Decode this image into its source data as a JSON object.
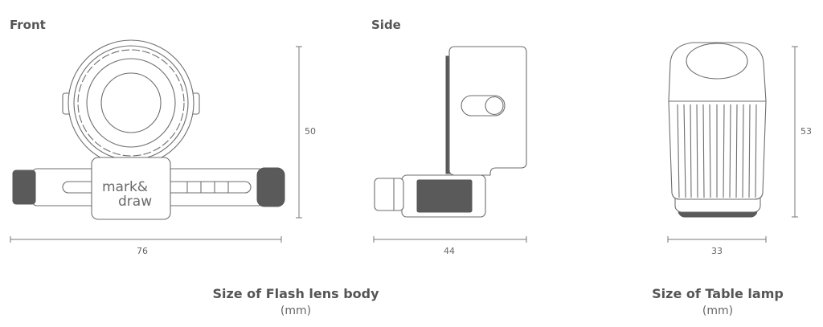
{
  "views": {
    "front": {
      "label": "Front"
    },
    "side": {
      "label": "Side"
    }
  },
  "dimensions": {
    "front_height": "50",
    "front_width": "76",
    "side_width": "44",
    "lamp_height": "53",
    "lamp_width": "33"
  },
  "logo": {
    "line1": "mark&",
    "line2": "draw"
  },
  "captions": {
    "flash_title": "Size of Flash lens body",
    "flash_unit": "(mm)",
    "lamp_title": "Size of Table lamp",
    "lamp_unit": "(mm)"
  },
  "colors": {
    "outline": "#6e6e6e",
    "dark_fill": "#5a5a5a",
    "text": "#555555"
  }
}
